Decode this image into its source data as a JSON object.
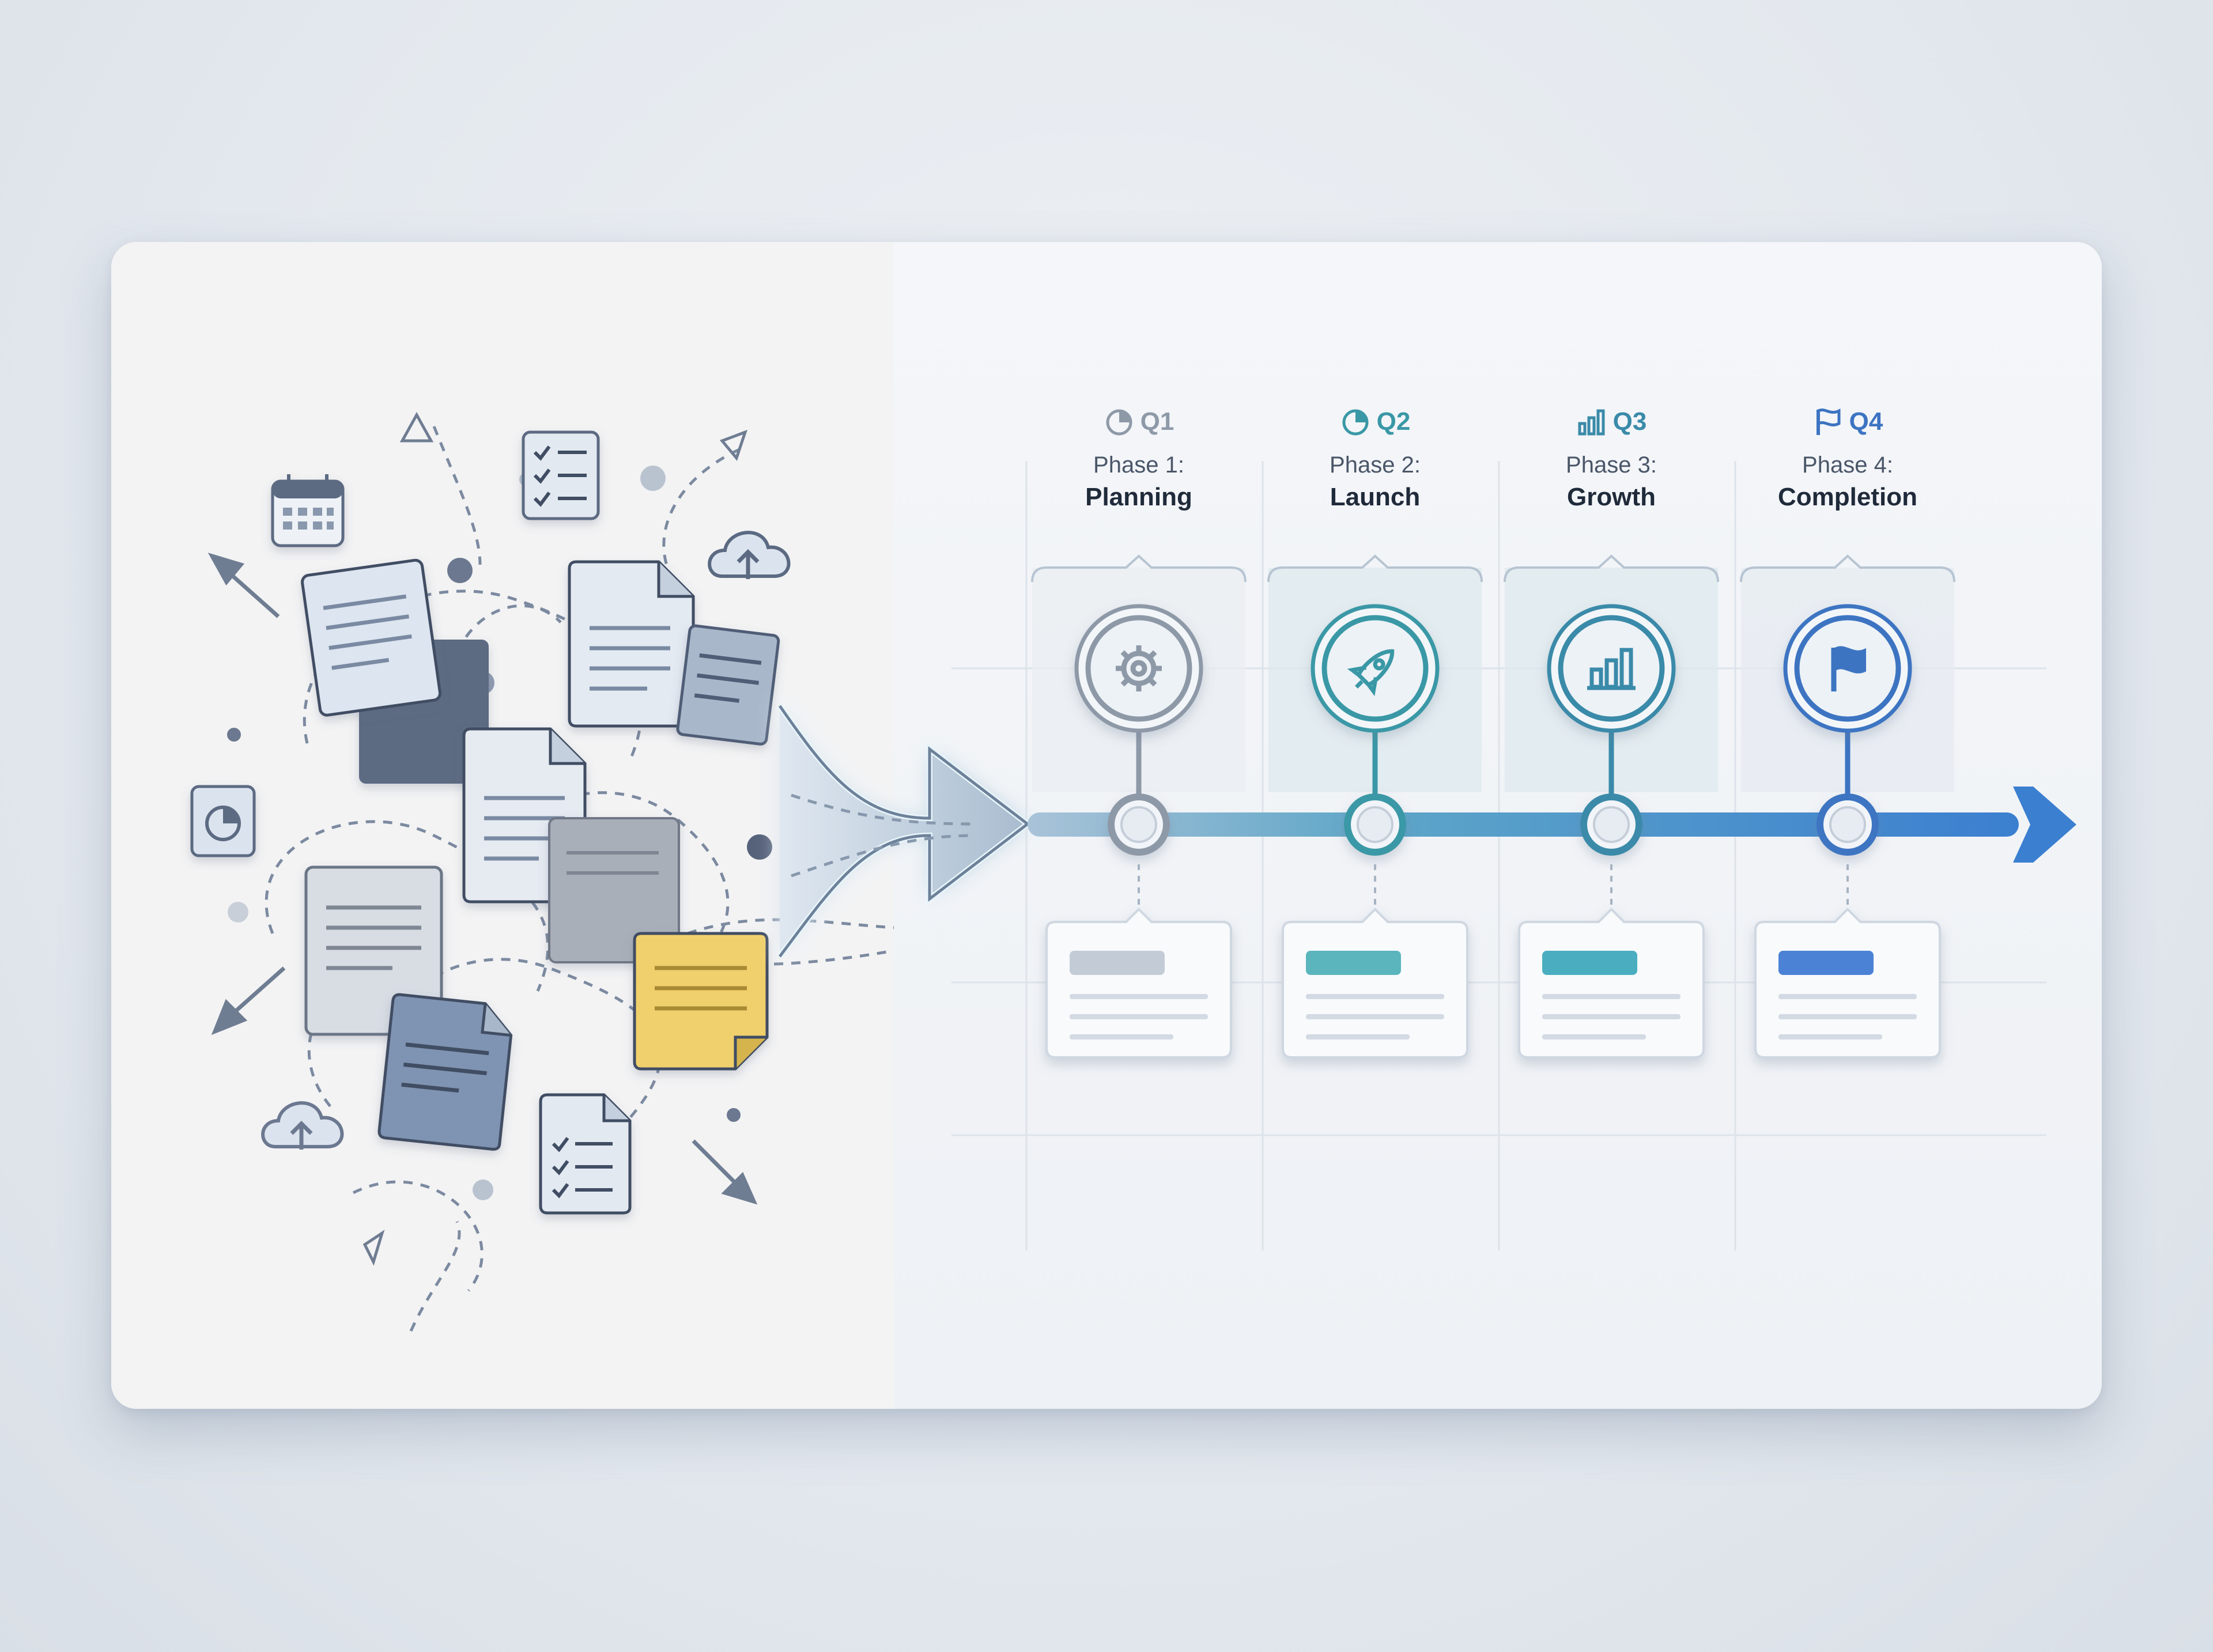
{
  "phases": [
    {
      "quarter": "Q1",
      "number": "Phase 1:",
      "name": "Planning",
      "quarter_icon": "pie-chart-icon",
      "milestone_icon": "gear-icon",
      "color": "#8e99a8",
      "bar_color": "#c3ccd6"
    },
    {
      "quarter": "Q2",
      "number": "Phase 2:",
      "name": "Launch",
      "quarter_icon": "pie-chart-icon",
      "milestone_icon": "rocket-icon",
      "color": "#3a98a6",
      "bar_color": "#5bb5bd"
    },
    {
      "quarter": "Q3",
      "number": "Phase 3:",
      "name": "Growth",
      "quarter_icon": "bar-chart-icon",
      "milestone_icon": "bar-chart-icon",
      "color": "#3a8aa9",
      "bar_color": "#4aaec0"
    },
    {
      "quarter": "Q4",
      "number": "Phase 4:",
      "name": "Completion",
      "quarter_icon": "flag-icon",
      "milestone_icon": "flag-icon",
      "color": "#3d74c2",
      "bar_color": "#4b82d6"
    }
  ],
  "colors": {
    "timeline_start": "#a9c3d8",
    "timeline_end": "#3b7fd0",
    "doc_light": "#dfe6ef",
    "doc_mid": "#a5b4c8",
    "doc_dark": "#6b7890",
    "sticky": "#f0d06c"
  }
}
